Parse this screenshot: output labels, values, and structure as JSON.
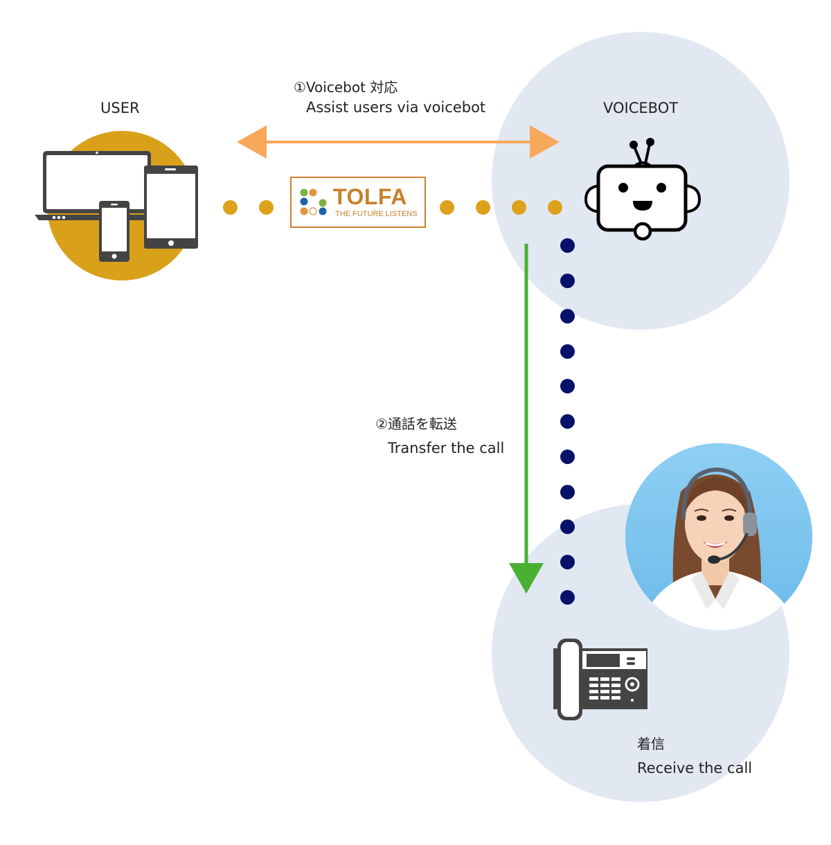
{
  "nodes": {
    "user": {
      "label": "USER",
      "icon": "devices-icon"
    },
    "voicebot": {
      "label": "VOICEBOT",
      "icon": "robot-icon"
    },
    "operator": {
      "icon": "desk-phone-icon",
      "photo": "operator-headset-photo"
    }
  },
  "steps": {
    "step1": {
      "jp": "①Voicebot 対応",
      "en": "Assist users via voicebot"
    },
    "step2": {
      "jp": "②通話を転送",
      "en": "Transfer the call"
    },
    "receive": {
      "jp": "着信",
      "en": "Receive the call"
    }
  },
  "logo": {
    "name": "TOLFA",
    "tagline": "THE FUTURE LISTENS"
  },
  "colors": {
    "user_circle": "#d9a01a",
    "node_bg": "#e1e8f2",
    "bidirectional_arrow": "#f7a85a",
    "transfer_arrow": "#4ab032",
    "connection_dots_gold": "#dea11b",
    "connection_dots_navy": "#07116a",
    "logo_accent": "#c8802a"
  }
}
